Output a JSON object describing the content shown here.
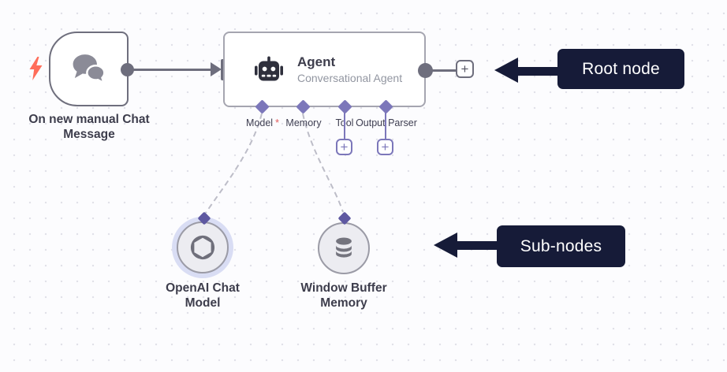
{
  "colors": {
    "canvas_bg": "#fcfcfe",
    "dot": "#e1e1e9",
    "node_border": "#6f6f7d",
    "agent_border": "#a5a5b0",
    "connector_gray": "#6e6e7d",
    "port_purple": "#7c77ba",
    "sub_diamond_purple": "#5e58a1",
    "halo": "#d9ddf4",
    "circle_bg": "#ececf1",
    "circle_border": "#9b9ba6",
    "dash": "#bdbdc8",
    "annotation_bg": "#161b38",
    "annotation_fg": "#ffffff",
    "required_red": "#e25b5b",
    "bolt_red": "#ff6d5a",
    "icon_gray": "#8b8b97",
    "icon_dark": "#2e2f3c",
    "db_gray": "#74747e",
    "openai_gray": "#6f6f7b",
    "text_dark": "#3d3d4c",
    "text_muted": "#9296a1"
  },
  "trigger_node": {
    "label": "On new manual Chat Message",
    "icon": "chat-bubbles-icon",
    "indicator_icon": "lightning-bolt-icon"
  },
  "agent_node": {
    "title": "Agent",
    "subtitle": "Conversational Agent",
    "icon": "robot-icon",
    "ports": [
      {
        "label": "Model",
        "mark": "*"
      },
      {
        "label": "Memory"
      },
      {
        "label": "Tool"
      },
      {
        "label": "Output Parser"
      }
    ]
  },
  "sub_nodes": [
    {
      "label": "OpenAI Chat Model",
      "icon": "openai-logo-icon",
      "highlighted": true
    },
    {
      "label": "Window Buffer Memory",
      "icon": "database-icon",
      "highlighted": false
    }
  ],
  "annotations": {
    "root": {
      "label": "Root node"
    },
    "sub": {
      "label": "Sub-nodes"
    }
  },
  "buttons": {
    "plus": "+"
  }
}
